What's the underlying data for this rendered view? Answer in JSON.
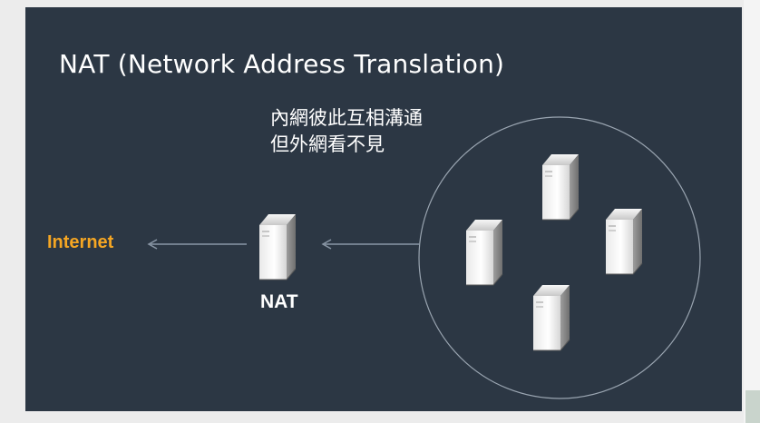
{
  "slide": {
    "title": "NAT (Network Address Translation)",
    "caption_lines": [
      "內網彼此互相溝通",
      "但外網看不見"
    ]
  },
  "diagram": {
    "internet_label": "Internet",
    "nat_label": "NAT",
    "internal_server_count": 4
  },
  "colors": {
    "slide_background": "#2c3744",
    "text": "#ffffff",
    "internet_accent": "#f5a623",
    "connector": "#8a97a6",
    "network_boundary": "#9aa5b1"
  },
  "icons": {
    "server": "server-icon",
    "arrow": "arrow-left-icon"
  }
}
